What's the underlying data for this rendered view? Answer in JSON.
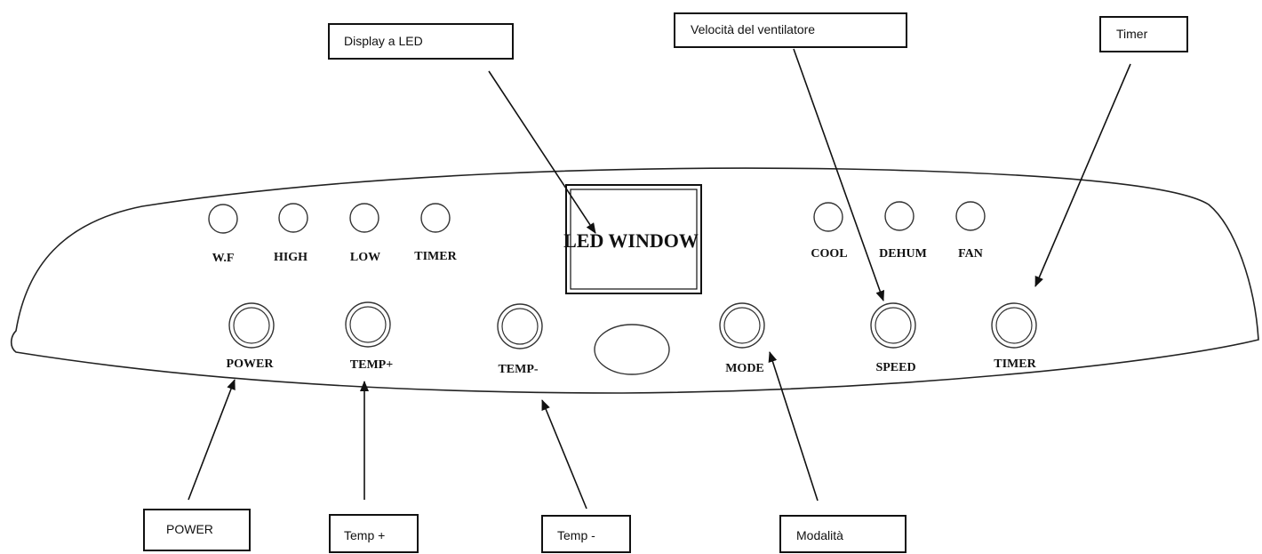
{
  "callouts": {
    "led_display": "Display a LED",
    "fan_speed": "Velocità del ventilatore",
    "timer": "Timer",
    "power": "POWER",
    "temp_plus": "Temp +",
    "temp_minus": "Temp -",
    "mode": "Modalità"
  },
  "panel": {
    "led_window": "LED WINDOW",
    "indicators_left": [
      "W.F",
      "HIGH",
      "LOW",
      "TIMER"
    ],
    "indicators_right": [
      "COOL",
      "DEHUM",
      "FAN"
    ],
    "buttons": [
      "POWER",
      "TEMP+",
      "TEMP-",
      "MODE",
      "SPEED",
      "TIMER"
    ]
  },
  "colors": {
    "line": "#111111",
    "background": "#ffffff"
  }
}
